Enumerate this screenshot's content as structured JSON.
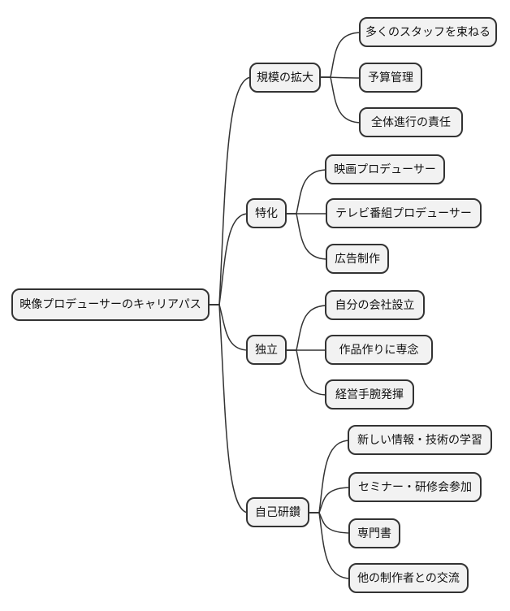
{
  "mindmap": {
    "root": "映像プロデューサーのキャリアパス",
    "branches": [
      {
        "label": "規模の拡大",
        "children": [
          "多くのスタッフを束ねる",
          "予算管理",
          "全体進行の責任"
        ]
      },
      {
        "label": "特化",
        "children": [
          "映画プロデューサー",
          "テレビ番組プロデューサー",
          "広告制作"
        ]
      },
      {
        "label": "独立",
        "children": [
          "自分の会社設立",
          "作品作りに専念",
          "経営手腕発揮"
        ]
      },
      {
        "label": "自己研鑽",
        "children": [
          "新しい情報・技術の学習",
          "セミナー・研修会参加",
          "専門書",
          "他の制作者との交流"
        ]
      }
    ],
    "colors": {
      "node_fill": "#f2f2f2",
      "node_border": "#333333",
      "edge": "#333333",
      "text": "#111111",
      "background": "#ffffff"
    }
  }
}
